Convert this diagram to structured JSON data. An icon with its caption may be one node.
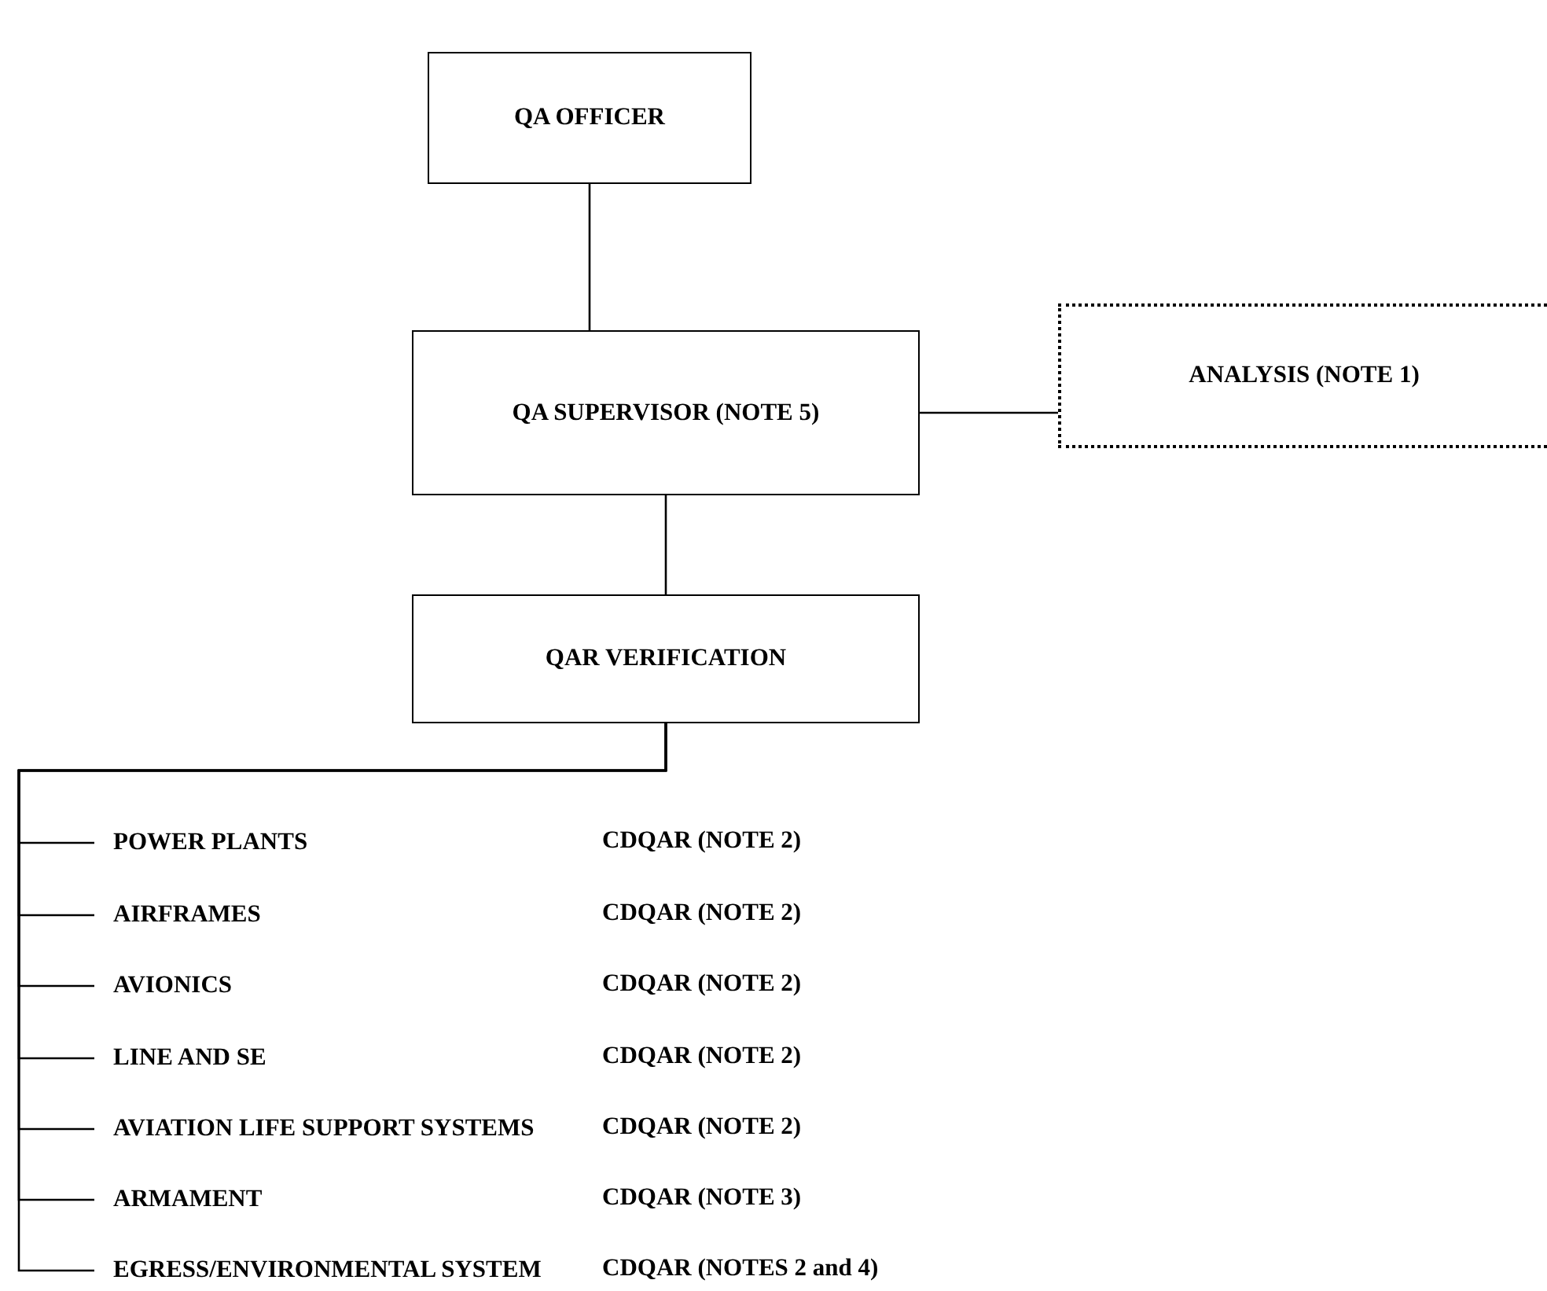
{
  "diagram": {
    "nodes": [
      {
        "text": [
          "QA OFFICER"
        ]
      },
      {
        "text": [
          "QA SUPERVISOR (NOTE 5)"
        ]
      },
      {
        "text": [
          "ANALYSIS (NOTE 1)"
        ]
      },
      {
        "text": [
          "QAR VERIFICATION"
        ]
      },
      {
        "text": [
          "POWER PLANTS"
        ]
      },
      {
        "text": [
          "AIRFRAMES"
        ]
      },
      {
        "text": [
          "AVIONICS"
        ]
      },
      {
        "text": [
          "LINE AND SE"
        ]
      },
      {
        "text": [
          "AVIATION LIFE SUPPORT SYSTEMS"
        ]
      },
      {
        "text": [
          "ARMAMENT"
        ]
      },
      {
        "text": [
          "EGRESS/ENVIRONMENTAL SYSTEM"
        ]
      }
    ],
    "edges": [
      {
        "from": 0,
        "to": 1,
        "arrow": "none"
      },
      {
        "from": 1,
        "to": 2,
        "arrow": "none"
      },
      {
        "from": 1,
        "to": 3,
        "arrow": "none"
      },
      {
        "from": 3,
        "to": 4,
        "arrow": "none"
      },
      {
        "from": 3,
        "to": 5,
        "arrow": "none"
      },
      {
        "from": 3,
        "to": 6,
        "arrow": "none"
      },
      {
        "from": 3,
        "to": 7,
        "arrow": "none"
      },
      {
        "from": 3,
        "to": 8,
        "arrow": "none"
      },
      {
        "from": 3,
        "to": 9,
        "arrow": "none"
      },
      {
        "from": 3,
        "to": 10,
        "arrow": "none"
      }
    ],
    "labels": [
      "CDQAR (NOTE 2)",
      "CDQAR (NOTE 2)",
      "CDQAR (NOTE 2)",
      "CDQAR (NOTE 2)",
      "CDQAR (NOTE 2)",
      "CDQAR (NOTE 3)",
      "CDQAR (NOTES 2 and 4)"
    ]
  }
}
